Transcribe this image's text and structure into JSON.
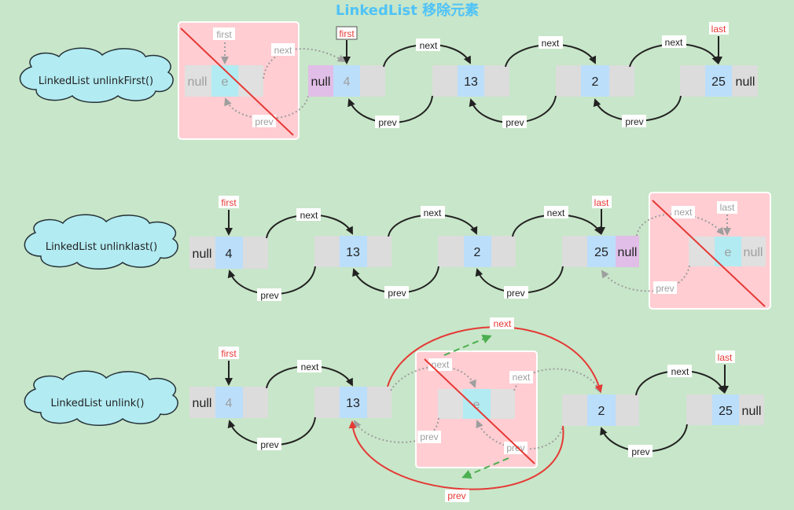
{
  "title": "LinkedList 移除元素",
  "labels": {
    "first": "first",
    "last": "last",
    "next": "next",
    "prev": "prev",
    "null": "null",
    "e": "e"
  },
  "values": {
    "v1": "4",
    "v2": "13",
    "v3": "2",
    "v4": "25"
  },
  "rows": [
    {
      "method": "LinkedList unlinkFirst()"
    },
    {
      "method": "LinkedList unlinklast()"
    },
    {
      "method": "LinkedList unlink()"
    }
  ],
  "colors": {
    "background": "#c8e6c9",
    "title": "#4fc3f7",
    "cloud": "#b2ebf2",
    "cell_grey": "#dcdcdc",
    "cell_blue": "#bbdefb",
    "cell_purple": "#e1bee7",
    "removed_box": "#ffcdd2",
    "pointer_red": "#e53935",
    "green_arrow": "#4caf50"
  }
}
